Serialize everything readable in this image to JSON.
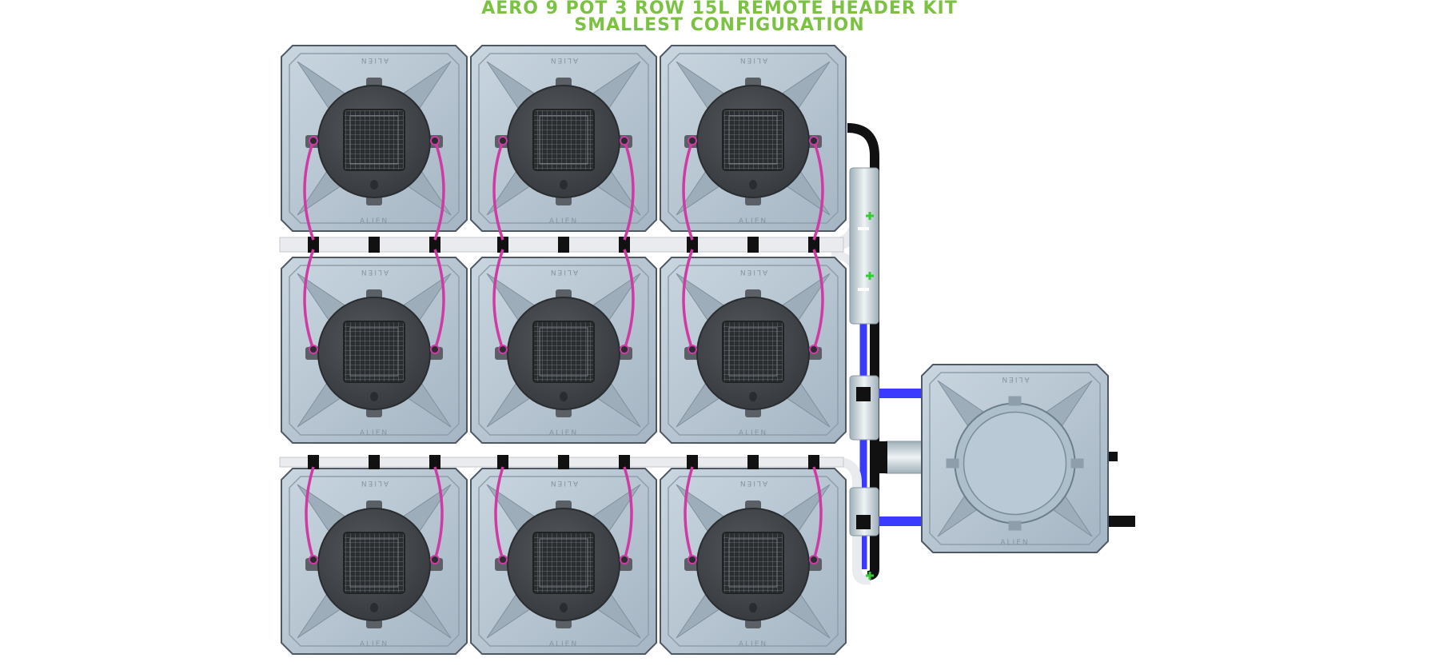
{
  "title": {
    "line1": "AERO 9 POT 3 ROW 15L REMOTE HEADER KIT",
    "line2": "SMALLEST CONFIGURATION"
  },
  "pot_mark_top": "ALIEN",
  "pot_mark_bottom": "ALIEN",
  "layout": {
    "rows": 3,
    "cols": 3,
    "pot_count": 9,
    "header_tank_count": 1
  },
  "colors": {
    "title": "#7cc242",
    "pot_body": "#b6c5d2",
    "pot_edge": "#5b6772",
    "lid_dark": "#3f4449",
    "hose_magenta": "#d03aa4",
    "pipe_blue": "#3b3bff",
    "pipe_white": "#e9ebee",
    "pipe_black": "#111111",
    "fitting_green": "#2fcf2f",
    "valve_silver": "#c9d4da"
  }
}
